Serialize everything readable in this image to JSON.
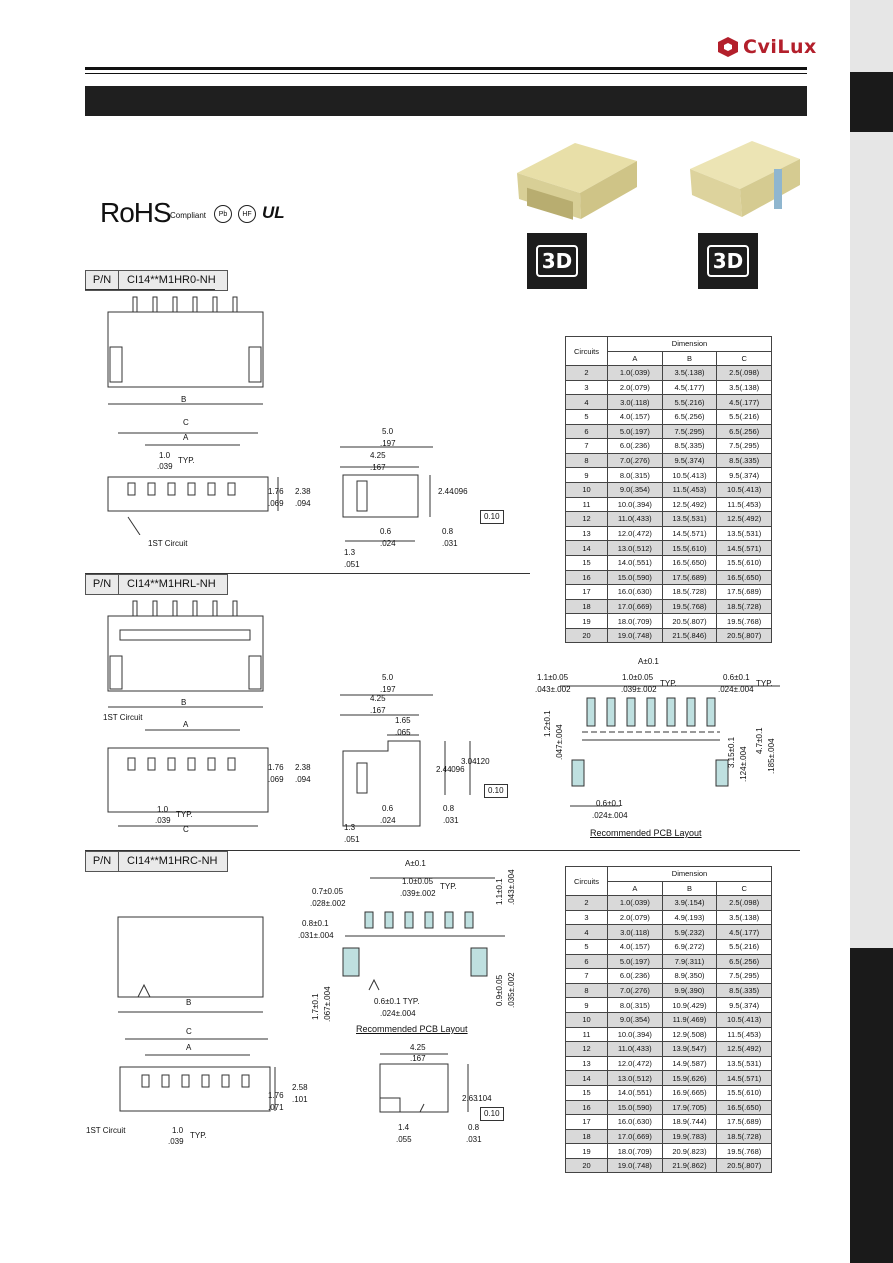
{
  "brand": {
    "name": "CviLux",
    "color": "#b31f2b"
  },
  "certifications": {
    "rohs": "RoHS",
    "compliant": "Compliant",
    "pb": "Pb",
    "hf": "HF",
    "ul": "UL"
  },
  "model_badge": "3D",
  "sections": [
    {
      "pn_label": "P/N",
      "pn": "CI14**M1HR0-NH",
      "dims": {
        "b": "B",
        "c": "C",
        "a": "A",
        "pitch": "1.0",
        "pitch_in": ".039",
        "typ": "TYP.",
        "h1": "1.76",
        "h1_in": ".069",
        "h2": "2.38",
        "h2_in": ".094",
        "first": "1ST Circuit",
        "side_total": "5.0",
        "side_total_in": ".197",
        "side_body": "4.25",
        "side_body_in": ".167",
        "side_h": "2.44",
        "side_h_in": ".096",
        "s1": "0.6",
        "s1_in": ".024",
        "s2": "0.8",
        "s2_in": ".031",
        "s3": "1.3",
        "s3_in": ".051",
        "flat": "0.10"
      }
    },
    {
      "pn_label": "P/N",
      "pn": "CI14**M1HRL-NH",
      "dims": {
        "b": "B",
        "c": "C",
        "a": "A",
        "pitch": "1.0",
        "pitch_in": ".039",
        "typ": "TYP.",
        "h1": "1.76",
        "h1_in": ".069",
        "h2": "2.38",
        "h2_in": ".094",
        "first": "1ST Circuit",
        "side_total": "5.0",
        "side_total_in": ".197",
        "side_body": "4.25",
        "side_body_in": ".167",
        "side_tab": "1.65",
        "side_tab_in": ".065",
        "side_h": "2.44",
        "side_h_in": ".096",
        "side_h2": "3.04",
        "side_h2_in": ".120",
        "s1": "0.6",
        "s1_in": ".024",
        "s2": "0.8",
        "s2_in": ".031",
        "s3": "1.3",
        "s3_in": ".051",
        "flat": "0.10"
      }
    },
    {
      "pn_label": "P/N",
      "pn": "CI14**M1HRC-NH",
      "dims": {
        "b": "B",
        "c": "C",
        "a": "A",
        "pitch": "1.0",
        "pitch_in": ".039",
        "typ": "TYP.",
        "h1": "1.76",
        "h1_in": ".071",
        "h2": "2.58",
        "h2_in": ".101",
        "first": "1ST Circuit",
        "side_body": "4.25",
        "side_body_in": ".167",
        "side_h": "2.63",
        "side_h_in": ".104",
        "s1": "1.4",
        "s1_in": ".055",
        "s2": "0.8",
        "s2_in": ".031",
        "flat": "0.10"
      }
    }
  ],
  "pcb_layout_1": {
    "caption": "Recommended PCB Layout",
    "a": "A±0.1",
    "d1": "1.1±0.05",
    "d1_in": ".043±.002",
    "d2": "1.0±0.05",
    "d2_in": ".039±.002",
    "d3": "0.6±0.1",
    "d3_in": ".024±.004",
    "typ": "TYP.",
    "v1": "1.2±0.1",
    "v1_in": ".047±.004",
    "v2": "3.15±0.1",
    "v2_in": ".124±.004",
    "v3": "4.7±0.1",
    "v3_in": ".185±.004",
    "d4": "0.6±0.1",
    "d4_in": ".024±.004"
  },
  "pcb_layout_2": {
    "caption": "Recommended PCB Layout",
    "a": "A±0.1",
    "d1": "0.7±0.05",
    "d1_in": ".028±.002",
    "d2": "1.0±0.05",
    "d2_in": ".039±.002",
    "typ": "TYP.",
    "d3": "0.8±0.1",
    "d3_in": ".031±.004",
    "v1": "1.1±0.1",
    "v1_in": ".043±.004",
    "v2": "1.7±0.1",
    "v2_in": ".067±.004",
    "v3": "0.9±0.05",
    "v3_in": ".035±.002",
    "d4": "0.6±0.1 TYP.",
    "d4_in": ".024±.004"
  },
  "table1": {
    "circuits_header": "Circuits",
    "dimension_header": "Dimension",
    "cols": [
      "A",
      "B",
      "C"
    ],
    "rows": [
      [
        "2",
        "1.0(.039)",
        "3.5(.138)",
        "2.5(.098)"
      ],
      [
        "3",
        "2.0(.079)",
        "4.5(.177)",
        "3.5(.138)"
      ],
      [
        "4",
        "3.0(.118)",
        "5.5(.216)",
        "4.5(.177)"
      ],
      [
        "5",
        "4.0(.157)",
        "6.5(.256)",
        "5.5(.216)"
      ],
      [
        "6",
        "5.0(.197)",
        "7.5(.295)",
        "6.5(.256)"
      ],
      [
        "7",
        "6.0(.236)",
        "8.5(.335)",
        "7.5(.295)"
      ],
      [
        "8",
        "7.0(.276)",
        "9.5(.374)",
        "8.5(.335)"
      ],
      [
        "9",
        "8.0(.315)",
        "10.5(.413)",
        "9.5(.374)"
      ],
      [
        "10",
        "9.0(.354)",
        "11.5(.453)",
        "10.5(.413)"
      ],
      [
        "11",
        "10.0(.394)",
        "12.5(.492)",
        "11.5(.453)"
      ],
      [
        "12",
        "11.0(.433)",
        "13.5(.531)",
        "12.5(.492)"
      ],
      [
        "13",
        "12.0(.472)",
        "14.5(.571)",
        "13.5(.531)"
      ],
      [
        "14",
        "13.0(.512)",
        "15.5(.610)",
        "14.5(.571)"
      ],
      [
        "15",
        "14.0(.551)",
        "16.5(.650)",
        "15.5(.610)"
      ],
      [
        "16",
        "15.0(.590)",
        "17.5(.689)",
        "16.5(.650)"
      ],
      [
        "17",
        "16.0(.630)",
        "18.5(.728)",
        "17.5(.689)"
      ],
      [
        "18",
        "17.0(.669)",
        "19.5(.768)",
        "18.5(.728)"
      ],
      [
        "19",
        "18.0(.709)",
        "20.5(.807)",
        "19.5(.768)"
      ],
      [
        "20",
        "19.0(.748)",
        "21.5(.846)",
        "20.5(.807)"
      ]
    ]
  },
  "table2": {
    "circuits_header": "Circuits",
    "dimension_header": "Dimension",
    "cols": [
      "A",
      "B",
      "C"
    ],
    "rows": [
      [
        "2",
        "1.0(.039)",
        "3.9(.154)",
        "2.5(.098)"
      ],
      [
        "3",
        "2.0(.079)",
        "4.9(.193)",
        "3.5(.138)"
      ],
      [
        "4",
        "3.0(.118)",
        "5.9(.232)",
        "4.5(.177)"
      ],
      [
        "5",
        "4.0(.157)",
        "6.9(.272)",
        "5.5(.216)"
      ],
      [
        "6",
        "5.0(.197)",
        "7.9(.311)",
        "6.5(.256)"
      ],
      [
        "7",
        "6.0(.236)",
        "8.9(.350)",
        "7.5(.295)"
      ],
      [
        "8",
        "7.0(.276)",
        "9.9(.390)",
        "8.5(.335)"
      ],
      [
        "9",
        "8.0(.315)",
        "10.9(.429)",
        "9.5(.374)"
      ],
      [
        "10",
        "9.0(.354)",
        "11.9(.469)",
        "10.5(.413)"
      ],
      [
        "11",
        "10.0(.394)",
        "12.9(.508)",
        "11.5(.453)"
      ],
      [
        "12",
        "11.0(.433)",
        "13.9(.547)",
        "12.5(.492)"
      ],
      [
        "13",
        "12.0(.472)",
        "14.9(.587)",
        "13.5(.531)"
      ],
      [
        "14",
        "13.0(.512)",
        "15.9(.626)",
        "14.5(.571)"
      ],
      [
        "15",
        "14.0(.551)",
        "16.9(.665)",
        "15.5(.610)"
      ],
      [
        "16",
        "15.0(.590)",
        "17.9(.705)",
        "16.5(.650)"
      ],
      [
        "17",
        "16.0(.630)",
        "18.9(.744)",
        "17.5(.689)"
      ],
      [
        "18",
        "17.0(.669)",
        "19.9(.783)",
        "18.5(.728)"
      ],
      [
        "19",
        "18.0(.709)",
        "20.9(.823)",
        "19.5(.768)"
      ],
      [
        "20",
        "19.0(.748)",
        "21.9(.862)",
        "20.5(.807)"
      ]
    ]
  }
}
